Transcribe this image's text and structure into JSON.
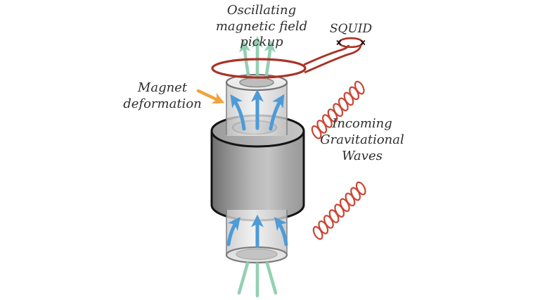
{
  "labels": {
    "pickup_line1": "Oscillating",
    "pickup_line2": "magnetic field",
    "pickup_line3": "pickup",
    "squid": "SQUID",
    "deformation_line1": "Magnet",
    "deformation_line2": "deformation",
    "waves_line1": "Incoming",
    "waves_line2": "Gravitational",
    "waves_line3": "Waves"
  },
  "colors": {
    "background": "#ffffff",
    "text": "#2e2e2e",
    "pickup_coil_red": "#a93226",
    "gravitational_wave_red": "#cb4634",
    "magnetic_field_blue": "#4d9bd8",
    "pickup_field_green": "#8fcdaf",
    "deformation_arrow_orange": "#f2a33c",
    "magnet_gray": "#9e9e9e",
    "tube_gray": "#dcdcdc"
  },
  "icons": {
    "squid_loop": "squid-loop-icon (ellipse with two X Josephson junctions)",
    "pickup_loop": "pickup-coil-icon (red ellipse around tube)",
    "gravitational_wave": "coil-spring-icon (diagonal red helix)",
    "deformation_arrow": "orange-arrow-icon"
  }
}
